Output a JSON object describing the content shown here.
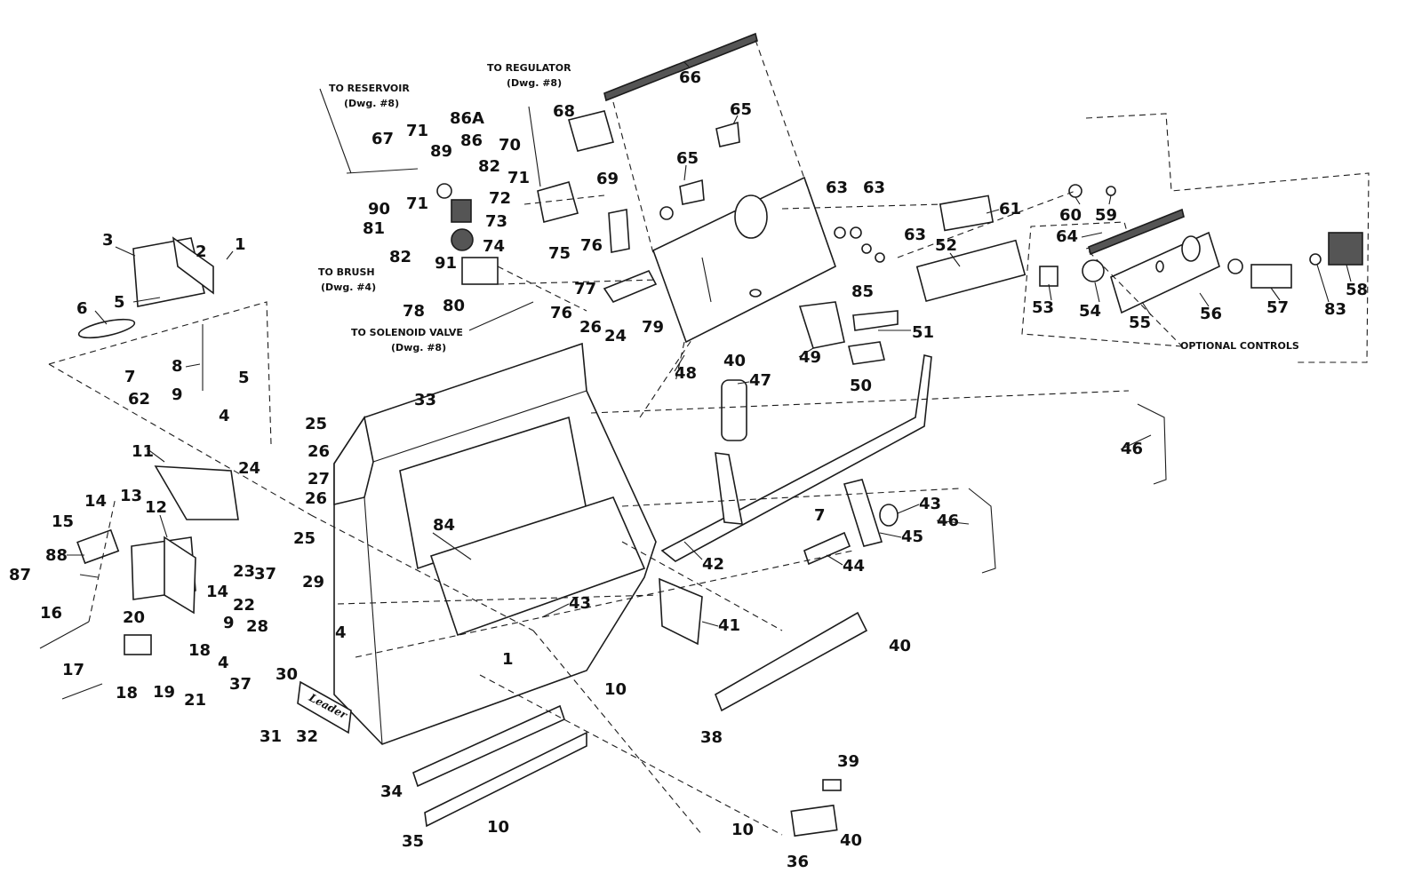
{
  "notes": {
    "to_reservoir": "TO RESERVOIR",
    "to_reservoir_ref": "(Dwg. #8)",
    "to_regulator": "TO REGULATOR",
    "to_regulator_ref": "(Dwg. #8)",
    "to_brush": "TO BRUSH",
    "to_brush_ref": "(Dwg. #4)",
    "to_solenoid_valve": "TO SOLENOID VALVE",
    "to_solenoid_valve_ref": "(Dwg. #8)",
    "optional_controls": "OPTIONAL CONTROLS"
  },
  "nameplate": "Leader",
  "callouts": {
    "c1a": "1",
    "c1b": "1",
    "c2": "2",
    "c3": "3",
    "c4a": "4",
    "c4b": "4",
    "c4c": "4",
    "c5a": "5",
    "c5b": "5",
    "c6": "6",
    "c7a": "7",
    "c7b": "7",
    "c8": "8",
    "c9a": "9",
    "c9b": "9",
    "c10a": "10",
    "c10b": "10",
    "c10c": "10",
    "c11": "11",
    "c12": "12",
    "c13": "13",
    "c14a": "14",
    "c14b": "14",
    "c15": "15",
    "c16": "16",
    "c17": "17",
    "c18a": "18",
    "c18b": "18",
    "c19": "19",
    "c20": "20",
    "c21": "21",
    "c22": "22",
    "c23": "23",
    "c24a": "24",
    "c24b": "24",
    "c25a": "25",
    "c25b": "25",
    "c26a": "26",
    "c26b": "26",
    "c26c": "26",
    "c27": "27",
    "c28": "28",
    "c29": "29",
    "c30": "30",
    "c31": "31",
    "c32": "32",
    "c33": "33",
    "c34": "34",
    "c35": "35",
    "c36": "36",
    "c37a": "37",
    "c37b": "37",
    "c38": "38",
    "c39": "39",
    "c40a": "40",
    "c40b": "40",
    "c40c": "40",
    "c41": "41",
    "c42": "42",
    "c43a": "43",
    "c43b": "43",
    "c44": "44",
    "c45": "45",
    "c46a": "46",
    "c46b": "46",
    "c47": "47",
    "c48": "48",
    "c49": "49",
    "c50": "50",
    "c51": "51",
    "c52": "52",
    "c53": "53",
    "c54": "54",
    "c55": "55",
    "c56": "56",
    "c57": "57",
    "c58": "58",
    "c59": "59",
    "c60": "60",
    "c61": "61",
    "c62": "62",
    "c63a": "63",
    "c63b": "63",
    "c63c": "63",
    "c64": "64",
    "c65a": "65",
    "c65b": "65",
    "c66": "66",
    "c67": "67",
    "c68": "68",
    "c69": "69",
    "c70": "70",
    "c71a": "71",
    "c71b": "71",
    "c71c": "71",
    "c72": "72",
    "c73": "73",
    "c74": "74",
    "c75": "75",
    "c76a": "76",
    "c76b": "76",
    "c77": "77",
    "c78": "78",
    "c79": "79",
    "c80": "80",
    "c81": "81",
    "c82a": "82",
    "c82b": "82",
    "c83": "83",
    "c84": "84",
    "c85": "85",
    "c86": "86",
    "c86a": "86A",
    "c87": "87",
    "c88": "88",
    "c89": "89",
    "c90": "90",
    "c91": "91"
  }
}
